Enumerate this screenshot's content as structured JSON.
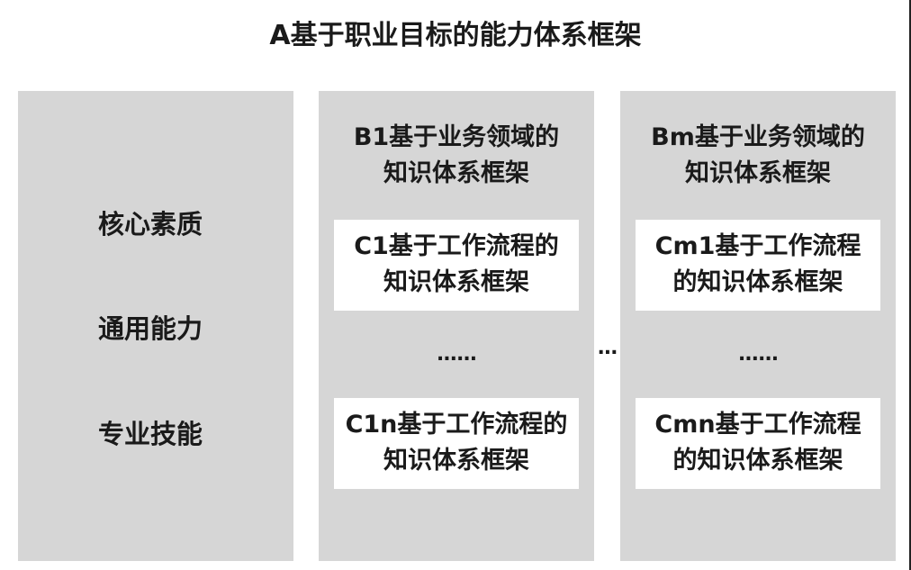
{
  "title": "A基于职业目标的能力体系框架",
  "left_panel": {
    "items": [
      "核心素质",
      "通用能力",
      "专业技能"
    ]
  },
  "columns": [
    {
      "header": [
        "B1基于业务领域的",
        "知识体系框架"
      ],
      "card_top": [
        "C1基于工作流程的",
        "知识体系框架"
      ],
      "dots": "......",
      "card_bottom": [
        "C1n基于工作流程的",
        "知识体系框架"
      ]
    },
    {
      "header": [
        "Bm基于业务领域的",
        "知识体系框架"
      ],
      "card_top": [
        "Cm1基于工作流程",
        "的知识体系框架"
      ],
      "dots": "......",
      "card_bottom": [
        "Cmn基于工作流程",
        "的知识体系框架"
      ]
    }
  ],
  "between_dots": "..."
}
